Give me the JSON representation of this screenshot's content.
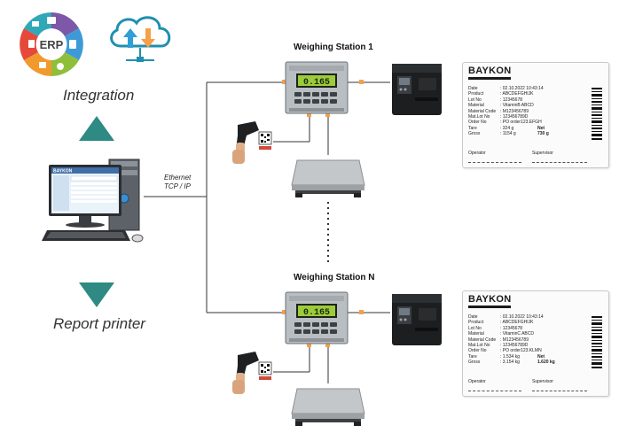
{
  "left_panel": {
    "integration_label": "Integration",
    "report_label": "Report printer",
    "erp_label": "ERP",
    "pc_brand": "BAYKON"
  },
  "network": {
    "line1": "Ethernet",
    "line2": "TCP / IP"
  },
  "stations": [
    {
      "title": "Weighing Station 1",
      "display_value": "0.165",
      "label": {
        "brand": "BAYKON",
        "rows": [
          {
            "k": "Date",
            "v": ": 02.10.2022  10:43:14",
            "x": ""
          },
          {
            "k": "Product",
            "v": ": ABCDEFGHIJK",
            "x": ""
          },
          {
            "k": "Lot No",
            "v": ": 12345678",
            "x": ""
          },
          {
            "k": "Material",
            "v": ": VitaminB  ABCD",
            "x": ""
          },
          {
            "k": "Material Code",
            "v": ": M123456789",
            "x": ""
          },
          {
            "k": "Mat.Lot No",
            "v": ": 123456789D",
            "x": ""
          },
          {
            "k": "Order No",
            "v": ": PO order123.EFGH",
            "x": ""
          },
          {
            "k": "Tare",
            "v": ": 324 g",
            "x": "Net"
          },
          {
            "k": "Gross",
            "v": ": 1154 g",
            "x": "730 g"
          }
        ],
        "operator": "Operator",
        "supervisor": "Supervisor"
      }
    },
    {
      "title": "Weighing Station N",
      "display_value": "0.165",
      "label": {
        "brand": "BAYKON",
        "rows": [
          {
            "k": "Date",
            "v": ": 02.10.2022  10:43:14",
            "x": ""
          },
          {
            "k": "Product",
            "v": ": ABCDEFGHIJK",
            "x": ""
          },
          {
            "k": "Lot No",
            "v": ": 12345678",
            "x": ""
          },
          {
            "k": "Material",
            "v": ": VitaminC  ABCD",
            "x": ""
          },
          {
            "k": "Material Code",
            "v": ": M123456789",
            "x": ""
          },
          {
            "k": "Mat.Lot No",
            "v": ": 123456789D",
            "x": ""
          },
          {
            "k": "Order No",
            "v": ": PO order123.KLMN",
            "x": ""
          },
          {
            "k": "Tare",
            "v": ": 1.534 kg",
            "x": "Net"
          },
          {
            "k": "Gross",
            "v": ": 3.154 kg",
            "x": "1.620 kg"
          }
        ],
        "operator": "Operator",
        "supervisor": "Supervisor"
      }
    }
  ],
  "colors": {
    "arrow_teal": "#2e8a82",
    "connector_orange": "#f5a04a",
    "line": "#333333"
  }
}
